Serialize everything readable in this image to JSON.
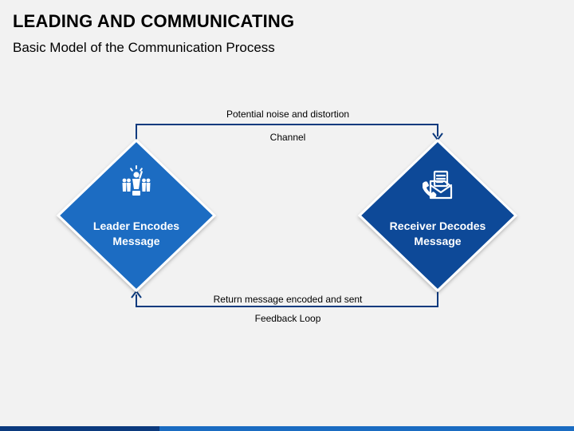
{
  "slide": {
    "title": "LEADING AND COMMUNICATING",
    "subtitle": "Basic Model of the Communication Process"
  },
  "diagram": {
    "nodes": [
      {
        "id": "leader",
        "line1": "Leader Encodes",
        "line2": "Message",
        "fill": "#1a6cc2",
        "icon": "team-leader-icon"
      },
      {
        "id": "receiver",
        "line1": "Receiver Decodes",
        "line2": "Message",
        "fill": "#0b4a98",
        "icon": "phone-envelope-icon"
      }
    ],
    "top_connector": {
      "label_above": "Potential noise and distortion",
      "label_below": "Channel"
    },
    "bottom_connector": {
      "label_above": "Return message encoded and sent",
      "label_below": "Feedback Loop"
    },
    "connector_color": "#0b3a7e"
  },
  "colors": {
    "background": "#f2f2f2",
    "diamond_left": "#1a6cc2",
    "diamond_right": "#0b4a98",
    "diamond_border": "#ffffff",
    "accent_dark": "#0b3a7e"
  }
}
